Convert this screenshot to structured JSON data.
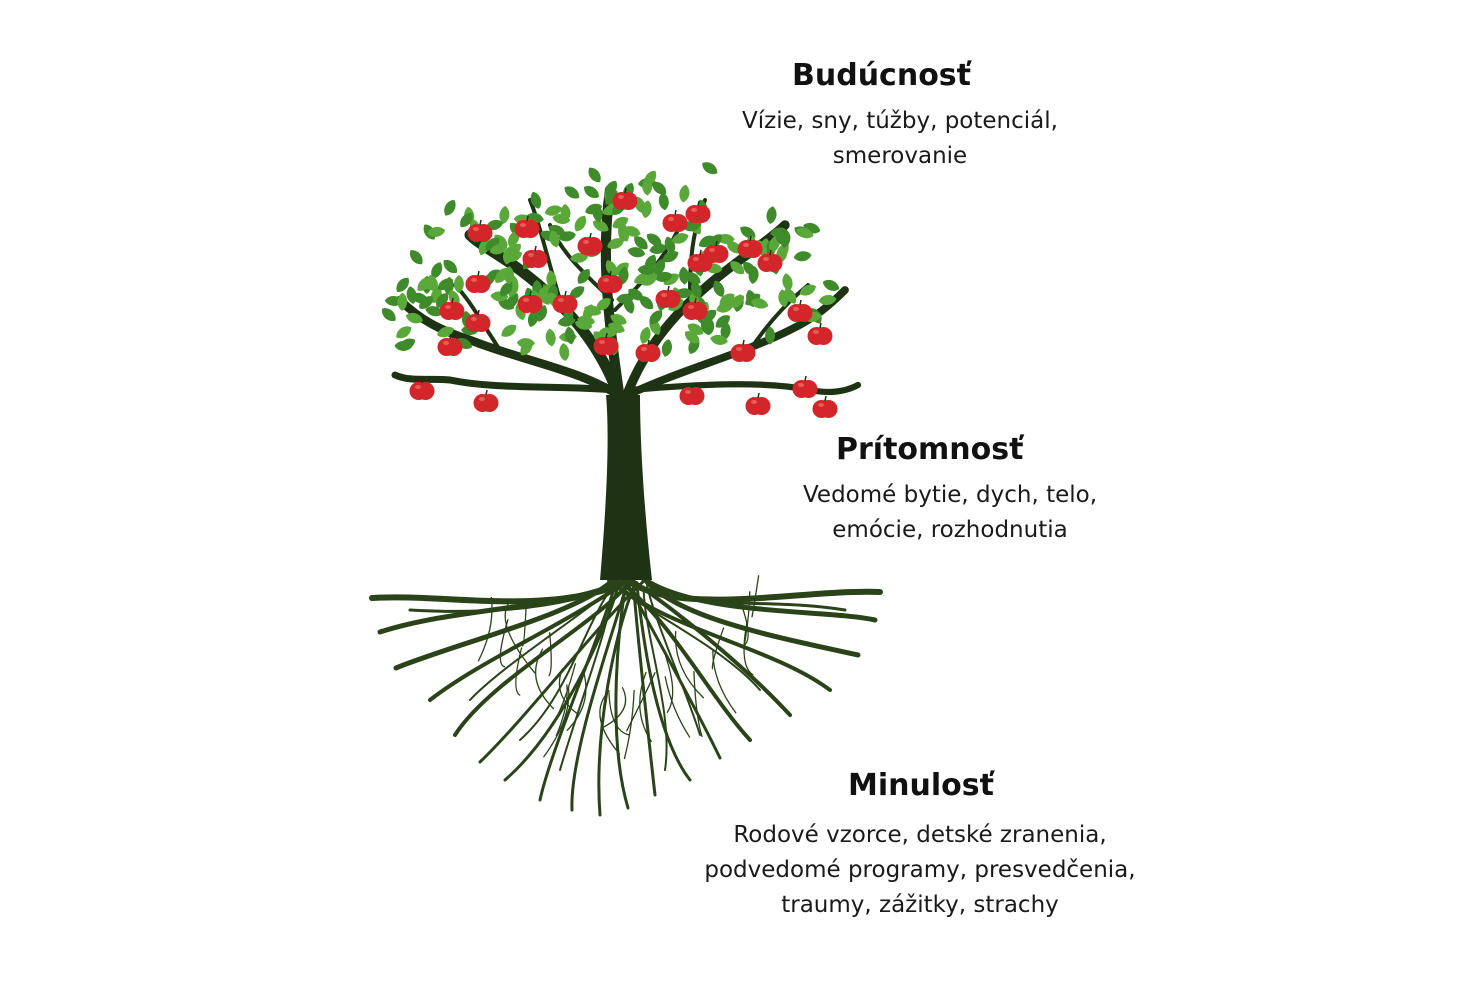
{
  "colors": {
    "trunk": "#1e3314",
    "root": "#2a4318",
    "leaf": "#5aa83a",
    "leaf_dark": "#3f8a2a",
    "apple": "#d3262a",
    "apple_highlight": "#f06a5e",
    "text": "#111111"
  },
  "sections": {
    "future": {
      "title": "Budúcnosť",
      "lines": [
        "Vízie, sny, túžby, potenciál,",
        "smerovanie"
      ]
    },
    "present": {
      "title": "Prítomnosť",
      "lines": [
        "Vedomé bytie, dych, telo,",
        "emócie, rozhodnutia"
      ]
    },
    "past": {
      "title": "Minulosť",
      "lines": [
        "Rodové vzorce, detské zranenia,",
        "podvedomé programy, presvedčenia,",
        "traumy, zážitky, strachy"
      ]
    }
  }
}
